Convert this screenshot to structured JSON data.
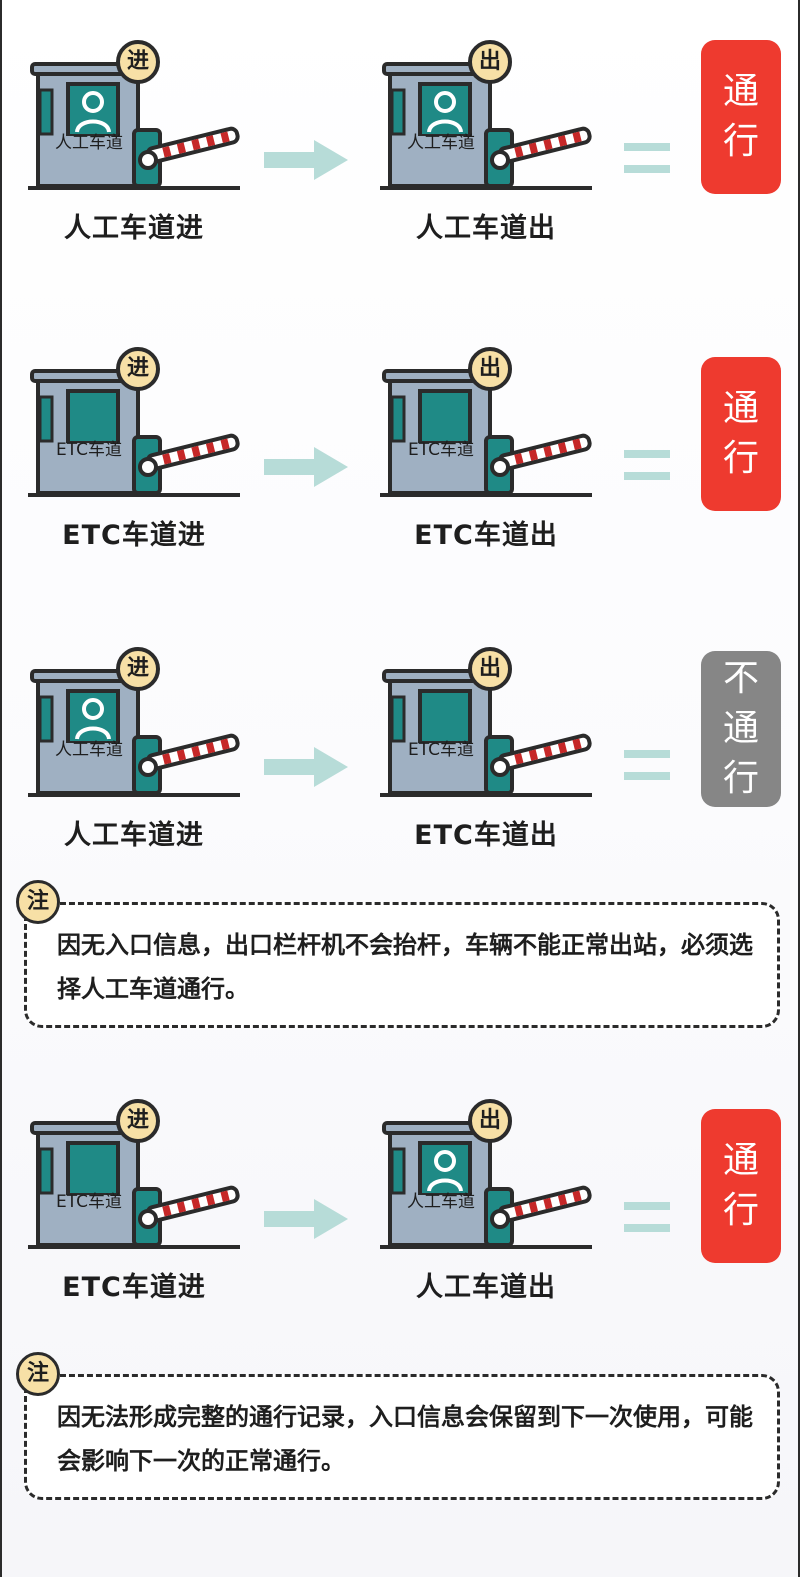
{
  "colors": {
    "pass": "#ee3a2f",
    "no_pass": "#868686",
    "booth_body": "#9fb0c2",
    "booth_window": "#1f8a86",
    "badge": "#f7e0a6",
    "arrow": "#b7dcd8",
    "outline": "#2b2b2b"
  },
  "rows": [
    {
      "entry": {
        "badge": "进",
        "lane_text": "人工车道",
        "caption": "人工车道进",
        "has_person": true
      },
      "exit": {
        "badge": "出",
        "lane_text": "人工车道",
        "caption": "人工车道出",
        "has_person": true
      },
      "result": {
        "text": "通行",
        "status": "pass"
      }
    },
    {
      "entry": {
        "badge": "进",
        "lane_text": "ETC车道",
        "caption": "ETC车道进",
        "has_person": false
      },
      "exit": {
        "badge": "出",
        "lane_text": "ETC车道",
        "caption": "ETC车道出",
        "has_person": false
      },
      "result": {
        "text": "通行",
        "status": "pass"
      }
    },
    {
      "entry": {
        "badge": "进",
        "lane_text": "人工车道",
        "caption": "人工车道进",
        "has_person": true
      },
      "exit": {
        "badge": "出",
        "lane_text": "ETC车道",
        "caption": "ETC车道出",
        "has_person": false
      },
      "result": {
        "text": "不通行",
        "status": "no_pass"
      }
    },
    {
      "entry": {
        "badge": "进",
        "lane_text": "ETC车道",
        "caption": "ETC车道进",
        "has_person": false
      },
      "exit": {
        "badge": "出",
        "lane_text": "人工车道",
        "caption": "人工车道出",
        "has_person": true
      },
      "result": {
        "text": "通行",
        "status": "pass"
      }
    }
  ],
  "notes": [
    {
      "badge": "注",
      "text": "因无入口信息，出口栏杆机不会抬杆，车辆不能正常出站，必须选择人工车道通行。"
    },
    {
      "badge": "注",
      "text": "因无法形成完整的通行记录，入口信息会保留到下一次使用，可能会影响下一次的正常通行。"
    }
  ]
}
